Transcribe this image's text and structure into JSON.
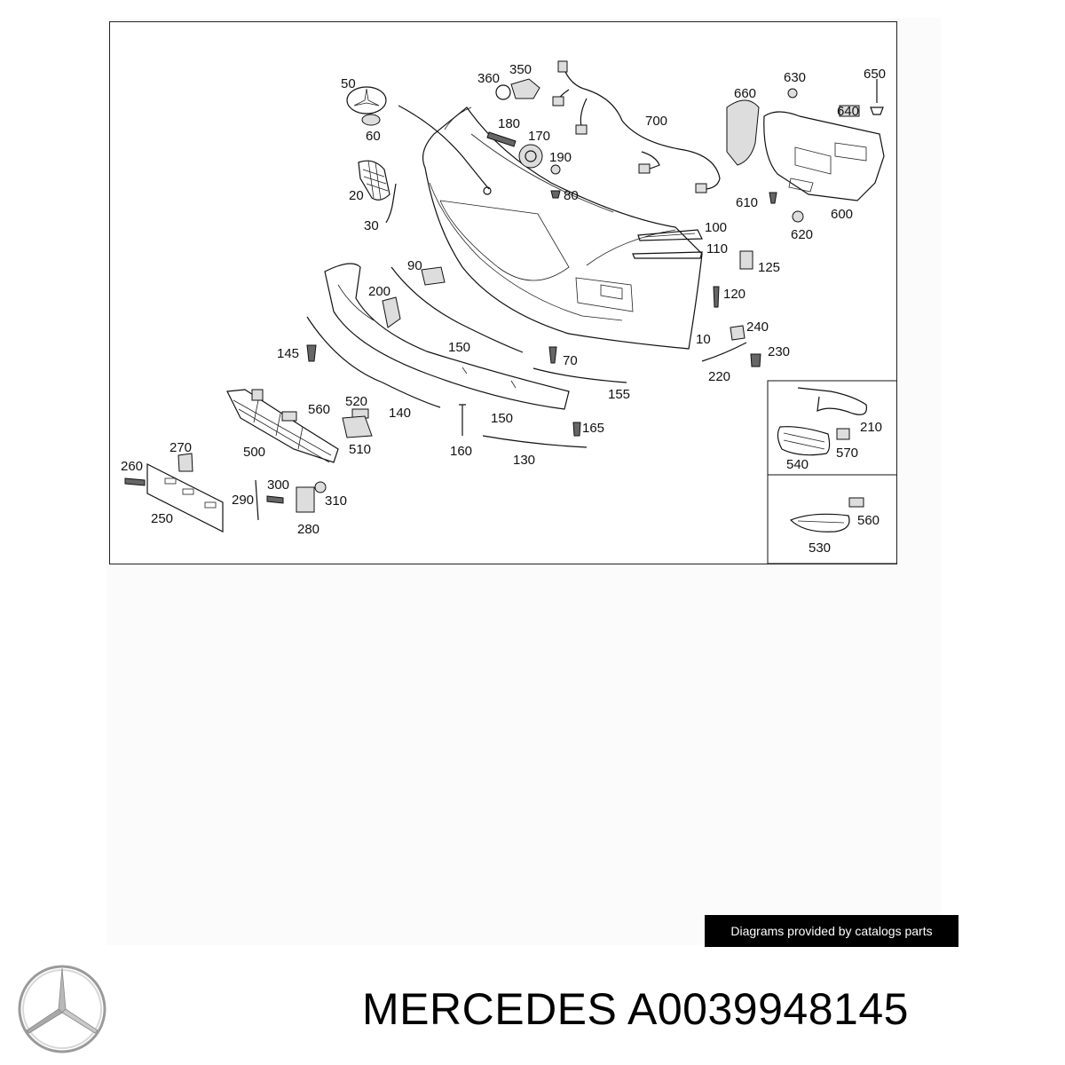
{
  "diagram": {
    "callouts": [
      {
        "id": "n50",
        "text": "50"
      },
      {
        "id": "n60",
        "text": "60"
      },
      {
        "id": "n360",
        "text": "360"
      },
      {
        "id": "n350",
        "text": "350"
      },
      {
        "id": "n180",
        "text": "180"
      },
      {
        "id": "n170",
        "text": "170"
      },
      {
        "id": "n190",
        "text": "190"
      },
      {
        "id": "n80",
        "text": "80"
      },
      {
        "id": "n700",
        "text": "700"
      },
      {
        "id": "n630",
        "text": "630"
      },
      {
        "id": "n650",
        "text": "650"
      },
      {
        "id": "n660",
        "text": "660"
      },
      {
        "id": "n640",
        "text": "640"
      },
      {
        "id": "n610",
        "text": "610"
      },
      {
        "id": "n600",
        "text": "600"
      },
      {
        "id": "n620",
        "text": "620"
      },
      {
        "id": "n20",
        "text": "20"
      },
      {
        "id": "n30",
        "text": "30"
      },
      {
        "id": "n100",
        "text": "100"
      },
      {
        "id": "n110",
        "text": "110"
      },
      {
        "id": "n125",
        "text": "125"
      },
      {
        "id": "n90",
        "text": "90"
      },
      {
        "id": "n200",
        "text": "200"
      },
      {
        "id": "n120",
        "text": "120"
      },
      {
        "id": "n240",
        "text": "240"
      },
      {
        "id": "n10",
        "text": "10"
      },
      {
        "id": "n230",
        "text": "230"
      },
      {
        "id": "n150a",
        "text": "150"
      },
      {
        "id": "n145",
        "text": "145"
      },
      {
        "id": "n70",
        "text": "70"
      },
      {
        "id": "n220",
        "text": "220"
      },
      {
        "id": "n155",
        "text": "155"
      },
      {
        "id": "n560a",
        "text": "560"
      },
      {
        "id": "n520",
        "text": "520"
      },
      {
        "id": "n140",
        "text": "140"
      },
      {
        "id": "n150b",
        "text": "150"
      },
      {
        "id": "n165",
        "text": "165"
      },
      {
        "id": "n510",
        "text": "510"
      },
      {
        "id": "n500",
        "text": "500"
      },
      {
        "id": "n160",
        "text": "160"
      },
      {
        "id": "n130",
        "text": "130"
      },
      {
        "id": "n270",
        "text": "270"
      },
      {
        "id": "n260",
        "text": "260"
      },
      {
        "id": "n300",
        "text": "300"
      },
      {
        "id": "n290",
        "text": "290"
      },
      {
        "id": "n310",
        "text": "310"
      },
      {
        "id": "n250",
        "text": "250"
      },
      {
        "id": "n280",
        "text": "280"
      },
      {
        "id": "n210",
        "text": "210"
      },
      {
        "id": "n540",
        "text": "540"
      },
      {
        "id": "n570",
        "text": "570"
      },
      {
        "id": "n560b",
        "text": "560"
      },
      {
        "id": "n530",
        "text": "530"
      }
    ]
  },
  "credit": "Diagrams provided by catalogs parts",
  "title": {
    "brand": "MERCEDES",
    "part_number": "A0039948145"
  },
  "logo": "mercedes-star-logo"
}
